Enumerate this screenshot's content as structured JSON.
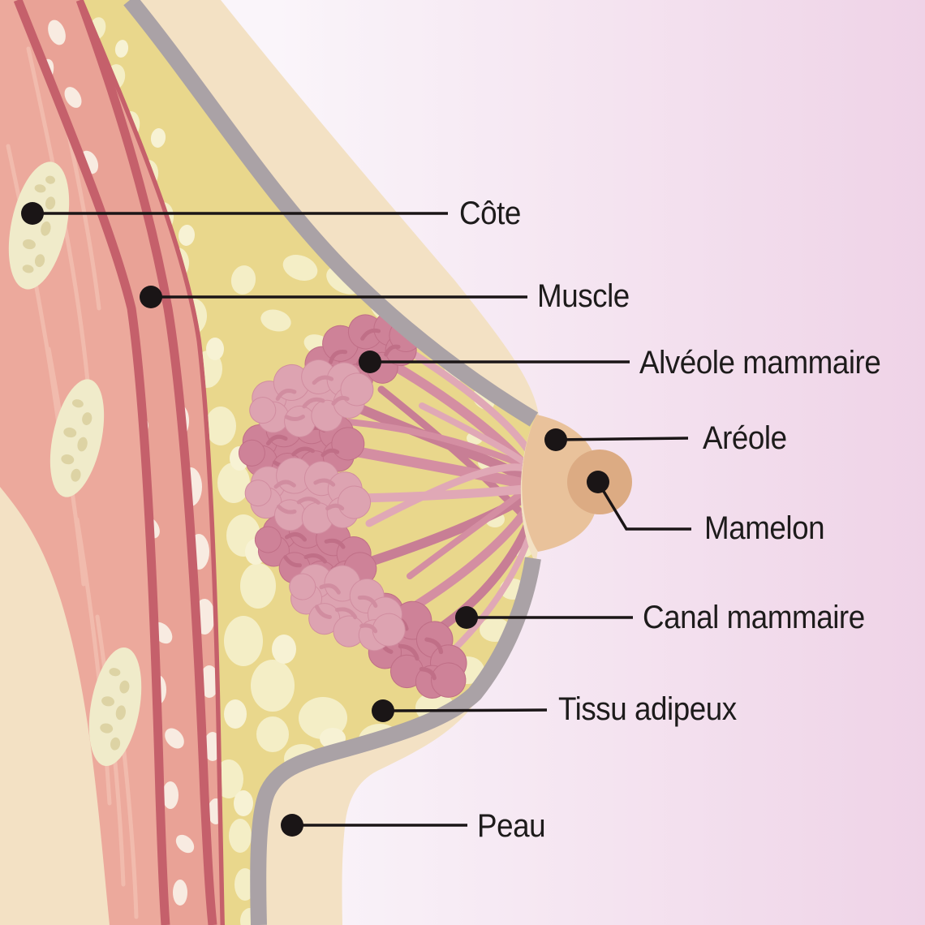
{
  "diagram": {
    "labels": [
      {
        "id": "cote",
        "text": "Côte"
      },
      {
        "id": "muscle",
        "text": "Muscle"
      },
      {
        "id": "alveole",
        "text": "Alvéole mammaire"
      },
      {
        "id": "areole",
        "text": "Aréole"
      },
      {
        "id": "mamelon",
        "text": "Mamelon"
      },
      {
        "id": "canal",
        "text": "Canal mammaire"
      },
      {
        "id": "tissu",
        "text": "Tissu adipeux"
      },
      {
        "id": "peau",
        "text": "Peau"
      }
    ],
    "colors": {
      "background_left": "#faf5fa",
      "background_right": "#efd3e7",
      "skin": "#f3e1c4",
      "skin_line": "#aaa2a6",
      "fat": "#e9d78c",
      "fat_lobule": "#f4eec6",
      "fat_lobule_light": "#f7f2d4",
      "muscle": "#eca99c",
      "muscle_highlight": "#f3bfb1",
      "tissue_line": "#c5606b",
      "lattice_pink": "#e9a296",
      "lattice_white": "#f8ebe1",
      "rib": "#f0ebca",
      "rib_speckle": "#ddd3a4",
      "gland_dark": "#ce8298",
      "gland_dark_detail": "#c06f87",
      "gland_light": "#dda3b1",
      "gland_light_detail": "#d18da0",
      "duct": "#d48ea2",
      "duct_dark": "#c87e95",
      "duct_light": "#e0a8b6",
      "areola": "#e9c29b",
      "nipple": "#dcab83",
      "leader_line": "#1a1516",
      "label_text": "#1d1b1b"
    }
  }
}
